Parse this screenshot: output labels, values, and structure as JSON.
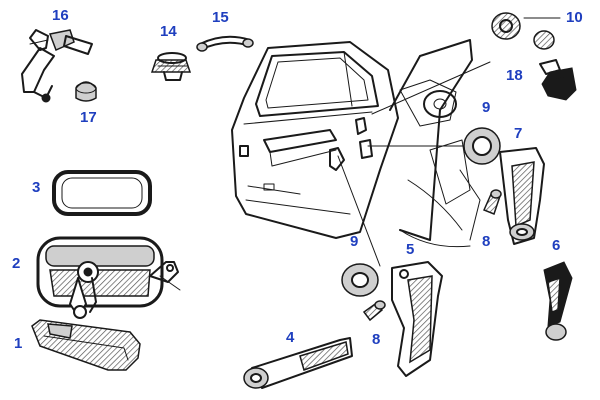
{
  "diagram": {
    "colors": {
      "callout": "#1f3fbf",
      "linework": "#1a1a1a",
      "background": "#ffffff"
    },
    "callouts": [
      {
        "id": "c1",
        "label": "1"
      },
      {
        "id": "c2",
        "label": "2"
      },
      {
        "id": "c3",
        "label": "3"
      },
      {
        "id": "c4",
        "label": "4"
      },
      {
        "id": "c5",
        "label": "5"
      },
      {
        "id": "c6",
        "label": "6"
      },
      {
        "id": "c7",
        "label": "7"
      },
      {
        "id": "c8a",
        "label": "8"
      },
      {
        "id": "c8b",
        "label": "8"
      },
      {
        "id": "c9a",
        "label": "9"
      },
      {
        "id": "c9b",
        "label": "9"
      },
      {
        "id": "c10",
        "label": "10"
      },
      {
        "id": "c14",
        "label": "14"
      },
      {
        "id": "c15",
        "label": "15"
      },
      {
        "id": "c16",
        "label": "16"
      },
      {
        "id": "c17",
        "label": "17"
      },
      {
        "id": "c18",
        "label": "18"
      }
    ]
  }
}
